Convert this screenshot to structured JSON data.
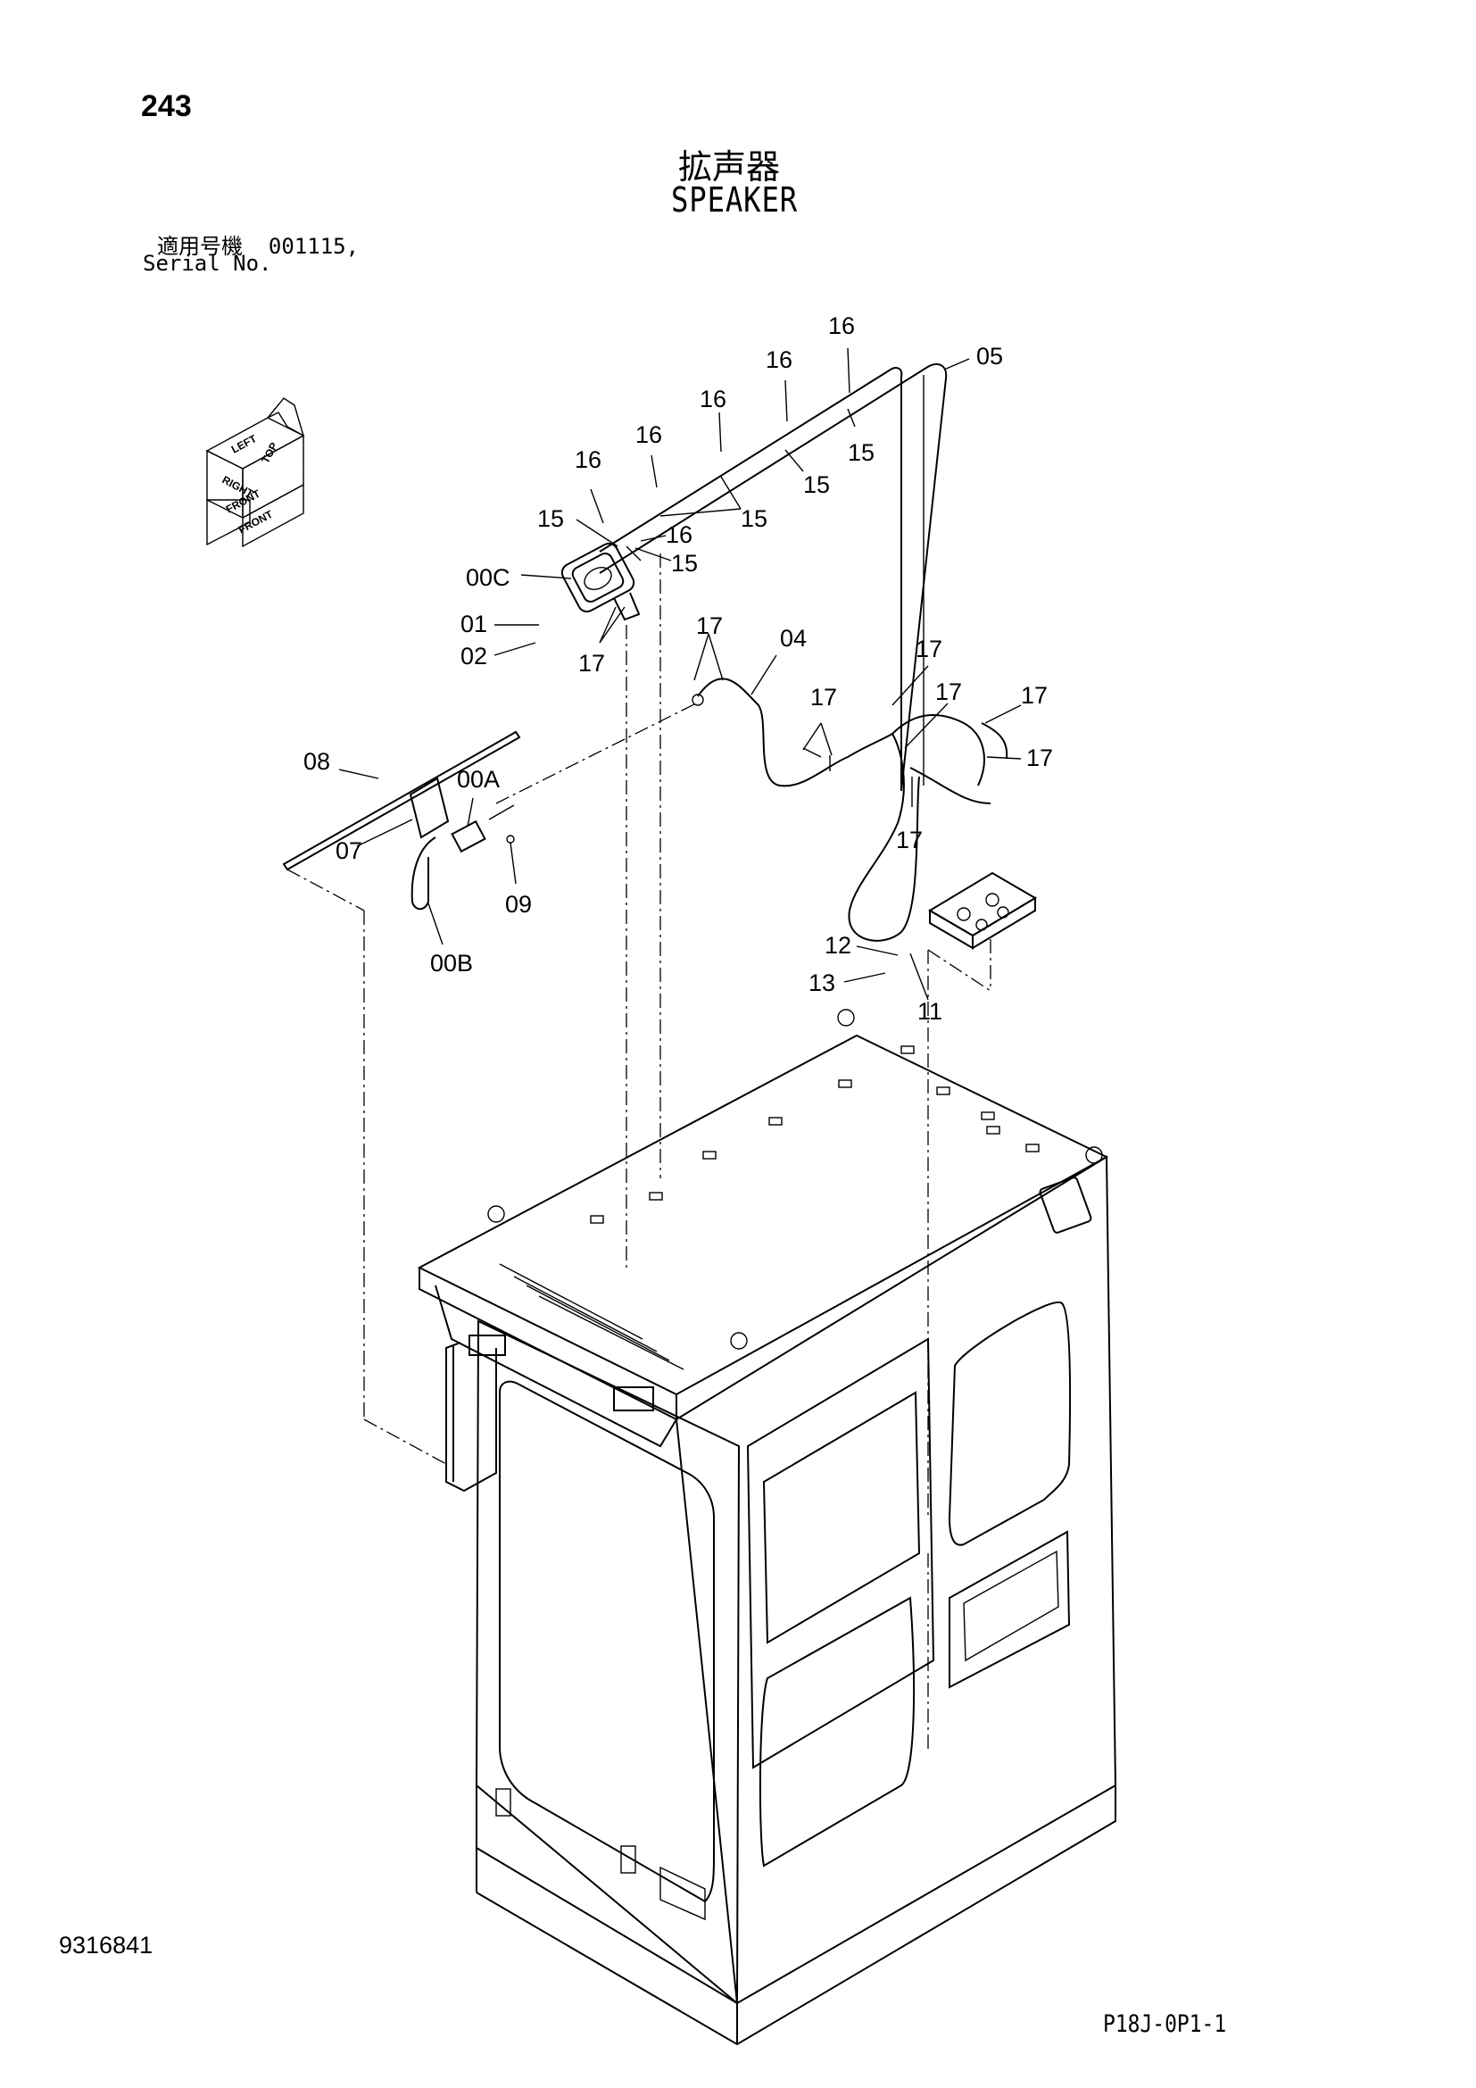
{
  "header": {
    "page_number": "243",
    "title_jp": "拡声器",
    "title_en": "SPEAKER",
    "serial_label_jp": "適用号機",
    "serial_value": "001115,",
    "serial_label_en": "Serial No."
  },
  "orientation_marker": {
    "labels": [
      "LEFT",
      "TOP",
      "RIGHT",
      "FRONT",
      "FRONT"
    ]
  },
  "callouts": [
    {
      "id": "c-16a",
      "text": "16"
    },
    {
      "id": "c-05",
      "text": "05"
    },
    {
      "id": "c-16b",
      "text": "16"
    },
    {
      "id": "c-16c",
      "text": "16"
    },
    {
      "id": "c-16d",
      "text": "16"
    },
    {
      "id": "c-15a",
      "text": "15"
    },
    {
      "id": "c-16e",
      "text": "16"
    },
    {
      "id": "c-15b",
      "text": "15"
    },
    {
      "id": "c-15c",
      "text": "15"
    },
    {
      "id": "c-15d",
      "text": "15"
    },
    {
      "id": "c-16f",
      "text": "16"
    },
    {
      "id": "c-15e",
      "text": "15"
    },
    {
      "id": "c-00C",
      "text": "00C"
    },
    {
      "id": "c-01",
      "text": "01"
    },
    {
      "id": "c-02",
      "text": "02"
    },
    {
      "id": "c-17a",
      "text": "17"
    },
    {
      "id": "c-17b",
      "text": "17"
    },
    {
      "id": "c-04",
      "text": "04"
    },
    {
      "id": "c-17c",
      "text": "17"
    },
    {
      "id": "c-17d",
      "text": "17"
    },
    {
      "id": "c-17e",
      "text": "17"
    },
    {
      "id": "c-17f",
      "text": "17"
    },
    {
      "id": "c-17g",
      "text": "17"
    },
    {
      "id": "c-17h",
      "text": "17"
    },
    {
      "id": "c-08",
      "text": "08"
    },
    {
      "id": "c-00A",
      "text": "00A"
    },
    {
      "id": "c-07",
      "text": "07"
    },
    {
      "id": "c-09",
      "text": "09"
    },
    {
      "id": "c-00B",
      "text": "00B"
    },
    {
      "id": "c-12",
      "text": "12"
    },
    {
      "id": "c-13",
      "text": "13"
    },
    {
      "id": "c-11",
      "text": "11"
    }
  ],
  "footer": {
    "document_number": "9316841",
    "sheet_code": "P18J-0P1-1"
  }
}
